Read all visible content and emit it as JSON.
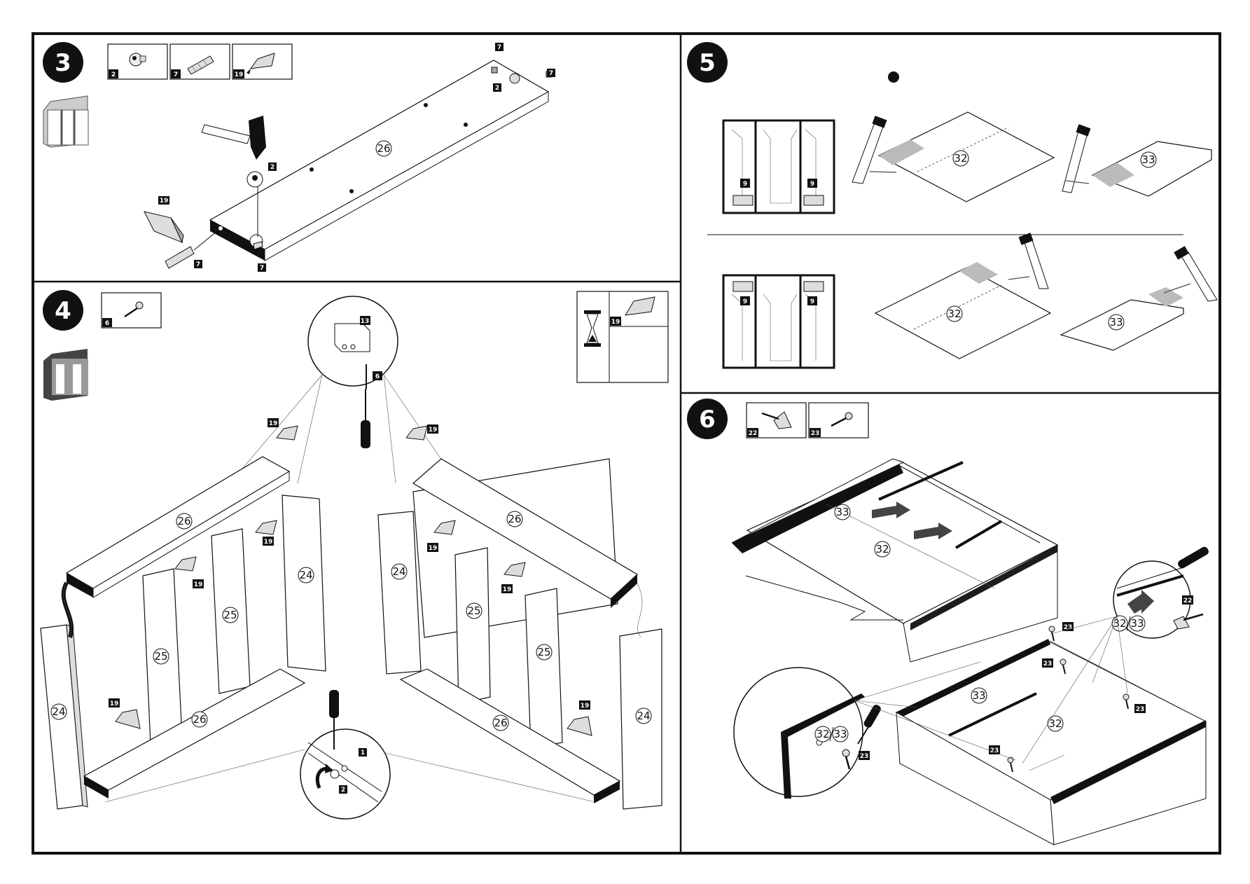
{
  "steps": [
    {
      "number": "3",
      "parts": [
        {
          "tag": "2",
          "icon": "cam-lock-icon"
        },
        {
          "tag": "7",
          "icon": "dowel-icon"
        },
        {
          "tag": "19",
          "icon": "glue-tube-icon"
        }
      ]
    },
    {
      "number": "4",
      "parts": [
        {
          "tag": "6",
          "icon": "screw-icon"
        }
      ],
      "aside": {
        "tag": "19",
        "icon": "glue-tube-icon",
        "timer_icon": "hourglass-icon"
      }
    },
    {
      "number": "5",
      "parts": []
    },
    {
      "number": "6",
      "parts": [
        {
          "tag": "22",
          "icon": "drawer-stop-icon"
        },
        {
          "tag": "23",
          "icon": "screw-icon"
        }
      ]
    }
  ],
  "step3": {
    "board": "26",
    "tags": [
      "7",
      "7",
      "2",
      "2",
      "19",
      "7",
      "7"
    ]
  },
  "step4": {
    "zoom_tags": [
      "13",
      "6"
    ],
    "bottom_zoom_tags": [
      "1",
      "2"
    ],
    "boards_left": [
      "26",
      "25",
      "25",
      "24",
      "24",
      "26"
    ],
    "boards_right": [
      "24",
      "25",
      "25",
      "26",
      "24",
      "26"
    ],
    "glue_tags": [
      "19",
      "19",
      "19",
      "19",
      "19",
      "19",
      "19",
      "19"
    ]
  },
  "step5": {
    "top_row": {
      "hinge_tags": [
        "9",
        "9"
      ],
      "panels": [
        "32",
        "33"
      ]
    },
    "bottom_row": {
      "hinge_tags": [
        "9",
        "9"
      ],
      "panels": [
        "32",
        "33"
      ]
    }
  },
  "step6": {
    "panels_top": [
      "33",
      "32"
    ],
    "zoom_right": {
      "tag": "22",
      "label_a": "32",
      "label_b": "33"
    },
    "zoom_left": {
      "label_a": "32",
      "label_b": "33",
      "tag": "23"
    },
    "panels_bottom": [
      "33",
      "32"
    ],
    "screw_tags": [
      "23",
      "23",
      "23",
      "23"
    ]
  }
}
